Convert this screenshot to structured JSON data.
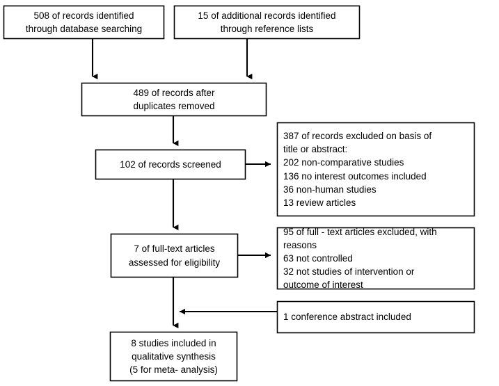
{
  "diagram": {
    "type": "prisma-flow-diagram",
    "colors": {
      "background": "#ffffff",
      "box_border": "#000000",
      "box_fill": "#ffffff",
      "arrow": "#000000",
      "text": "#000000"
    },
    "nodes": [
      {
        "id": "records-identified-database",
        "lines": [
          "508 of records identified",
          "through database searching"
        ],
        "align": "center"
      },
      {
        "id": "additional-records-reference-lists",
        "lines": [
          "15 of additional records identified",
          "through reference lists"
        ],
        "align": "center"
      },
      {
        "id": "records-after-duplicates-removed",
        "lines": [
          "489 of records after",
          "duplicates removed"
        ],
        "align": "center"
      },
      {
        "id": "records-screened",
        "lines": [
          "102 of records screened"
        ],
        "align": "center"
      },
      {
        "id": "records-excluded",
        "lines": [
          "387 of records excluded on basis of",
          "title or abstract:",
          "202 non-comparative studies",
          "136 no interest outcomes included",
          "36 non-human studies",
          "13 review articles"
        ],
        "align": "left"
      },
      {
        "id": "full-text-assessed",
        "lines": [
          "7 of full-text articles",
          "assessed for eligibility"
        ],
        "align": "center"
      },
      {
        "id": "full-text-excluded",
        "lines": [
          "95 of full - text articles excluded, with",
          "reasons",
          "63 not controlled",
          "32 not studies of intervention or",
          "outcome of interest"
        ],
        "align": "left"
      },
      {
        "id": "conference-abstract-included",
        "lines": [
          "1 conference abstract included"
        ],
        "align": "left"
      },
      {
        "id": "studies-included",
        "lines": [
          "8 studies included in",
          "qualitative synthesis",
          "(5 for meta- analysis)"
        ],
        "align": "center"
      }
    ],
    "connectors": [
      {
        "id": "database-to-duplicates",
        "from": "records-identified-database",
        "to": "records-after-duplicates-removed",
        "arrow": "down"
      },
      {
        "id": "reference-to-duplicates",
        "from": "additional-records-reference-lists",
        "to": "records-after-duplicates-removed",
        "arrow": "down"
      },
      {
        "id": "duplicates-to-screened",
        "from": "records-after-duplicates-removed",
        "to": "records-screened",
        "arrow": "down"
      },
      {
        "id": "screened-to-excluded",
        "from": "records-screened",
        "to": "records-excluded",
        "arrow": "right"
      },
      {
        "id": "screened-to-fulltext",
        "from": "records-screened",
        "to": "full-text-assessed",
        "arrow": "down"
      },
      {
        "id": "fulltext-to-fulltext-excluded",
        "from": "full-text-assessed",
        "to": "full-text-excluded",
        "arrow": "right"
      },
      {
        "id": "conference-to-spine",
        "from": "conference-abstract-included",
        "to": "studies-included",
        "arrow": "left"
      },
      {
        "id": "fulltext-to-included",
        "from": "full-text-assessed",
        "to": "studies-included",
        "arrow": "down"
      }
    ]
  }
}
